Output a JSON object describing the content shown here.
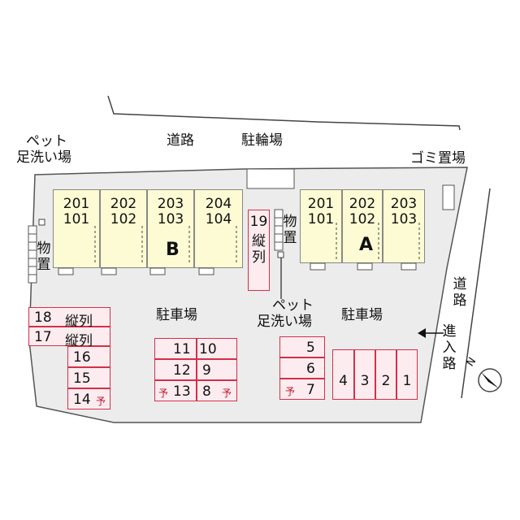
{
  "labels": {
    "road_top": "道路",
    "bike_parking": "駐輪場",
    "garbage": "ゴミ置場",
    "pet_wash_1": "ペット",
    "pet_wash_1b": "足洗い場",
    "pet_wash_2": "ペット",
    "pet_wash_2b": "足洗い場",
    "storage_left": "物置",
    "storage_mid": "物置",
    "parking_left": "駐車場",
    "parking_right": "駐車場",
    "road_right": "道路",
    "entrance": "進入路",
    "north": "N"
  },
  "building_b": {
    "name": "B",
    "units": [
      {
        "upper": "201",
        "lower": "101"
      },
      {
        "upper": "202",
        "lower": "102"
      },
      {
        "upper": "203",
        "lower": "103"
      },
      {
        "upper": "204",
        "lower": "104"
      }
    ]
  },
  "building_a": {
    "name": "A",
    "units": [
      {
        "upper": "201",
        "lower": "101"
      },
      {
        "upper": "202",
        "lower": "102"
      },
      {
        "upper": "203",
        "lower": "103"
      }
    ]
  },
  "stalls": {
    "s19": "19",
    "s19_label": "縦列",
    "s18": "18",
    "s18_label": "縦列",
    "s17": "17",
    "s17_label": "縦列",
    "s16": "16",
    "s15": "15",
    "s14": "14",
    "s11": "11",
    "s10": "10",
    "s12": "12",
    "s9": "9",
    "s13": "13",
    "s8": "8",
    "s5": "5",
    "s6": "6",
    "s7": "7",
    "s4": "4",
    "s3": "3",
    "s2": "2",
    "s1": "1",
    "reserved": "予"
  }
}
